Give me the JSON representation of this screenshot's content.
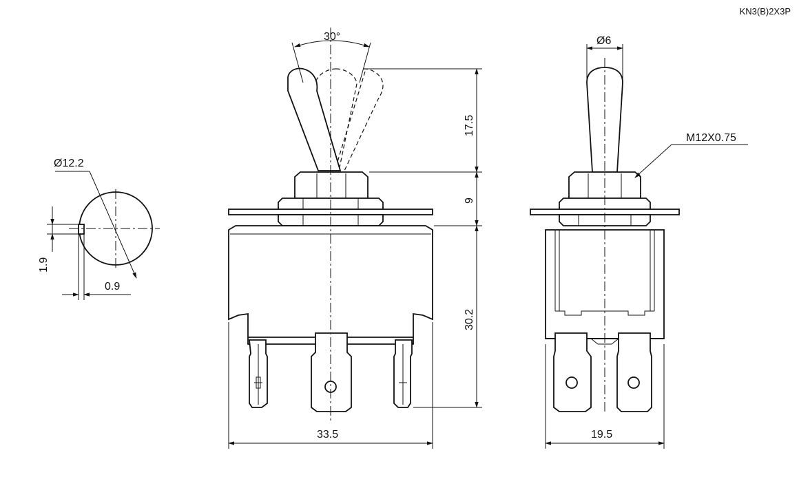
{
  "part_code": "KN3(B)2X3P",
  "labels": {
    "angle": "30°",
    "lever_height": "17.5",
    "bushing_height": "9",
    "body_height": "30.2",
    "body_width": "33.5",
    "side_width": "19.5",
    "lever_diameter": "Ø6",
    "thread": "M12X0.75",
    "cutout_diameter": "Ø12.2",
    "key_height": "1.9",
    "key_width": "0.9"
  },
  "colors": {
    "line": "#111111",
    "background": "#ffffff"
  }
}
